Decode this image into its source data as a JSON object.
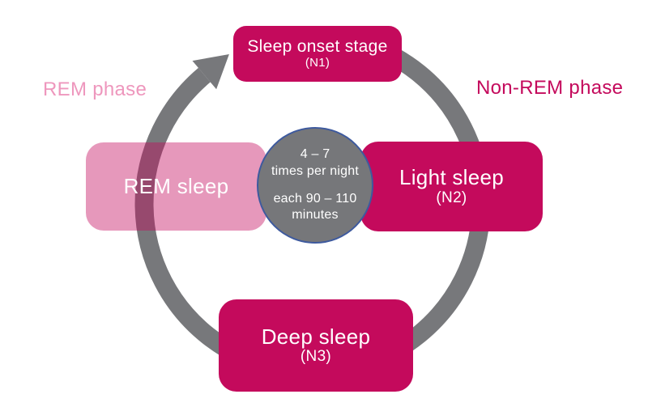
{
  "diagram": {
    "phase_labels": {
      "rem": "REM phase",
      "non_rem": "Non-REM phase"
    },
    "stages": [
      {
        "label": "Sleep onset stage",
        "sub": "(N1)"
      },
      {
        "label": "Light sleep",
        "sub": "(N2)"
      },
      {
        "label": "Deep sleep",
        "sub": "(N3)"
      },
      {
        "label": "REM sleep",
        "sub": ""
      }
    ],
    "center": {
      "line1": "4 – 7",
      "line2": "times per night",
      "line3": "each 90 – 110",
      "line4": "minutes"
    },
    "colors": {
      "crimson": "#C40A5C",
      "rem_box_fill": "rgba(196,10,92,0.42)",
      "rem_label_pink": "#EE97BD",
      "arc_gray": "#77787B",
      "circle_fill": "#76777A",
      "circle_border": "#3E5A9E",
      "box_text": "#FFFFFF"
    }
  }
}
